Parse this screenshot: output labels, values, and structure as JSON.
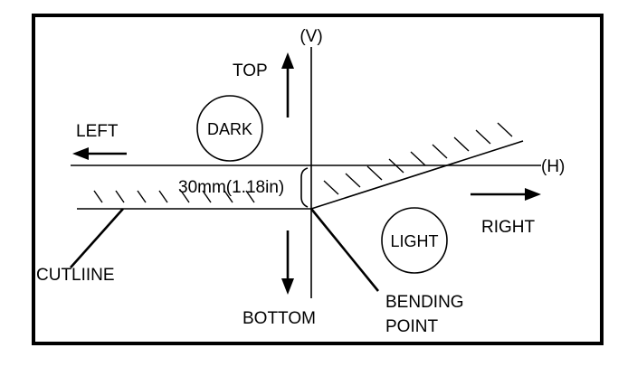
{
  "labels": {
    "v_axis": "(V)",
    "h_axis": "(H)",
    "top": "TOP",
    "bottom": "BOTTOM",
    "left": "LEFT",
    "right": "RIGHT",
    "dark": "DARK",
    "light": "LIGHT",
    "dimension": "30mm(1.18in)",
    "cutline": "CUTLIINE",
    "bending_point_line1": "BENDING",
    "bending_point_line2": "POINT"
  }
}
